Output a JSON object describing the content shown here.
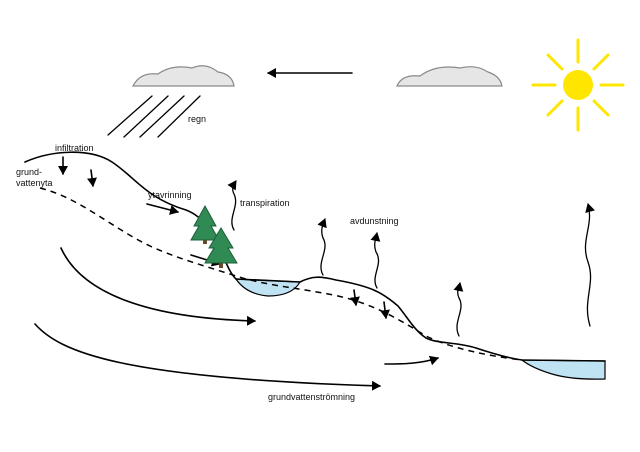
{
  "labels": {
    "regn": "regn",
    "infiltration": "infiltration",
    "grund": "grund-",
    "vattenyta": "vattenyta",
    "ytavrinning": "ytavrinning",
    "transpiration": "transpiration",
    "avdunstning": "avdunstning",
    "grundvattenstromning": "grundvattenströmning"
  },
  "colors": {
    "cloud_fill": "#e6e6e6",
    "cloud_stroke": "#8a8a8a",
    "sun": "#ffe600",
    "water": "#bfe3f2",
    "tree_dark": "#1f5e3a",
    "tree_mid": "#2f8a54",
    "trunk": "#6b4a2a"
  }
}
